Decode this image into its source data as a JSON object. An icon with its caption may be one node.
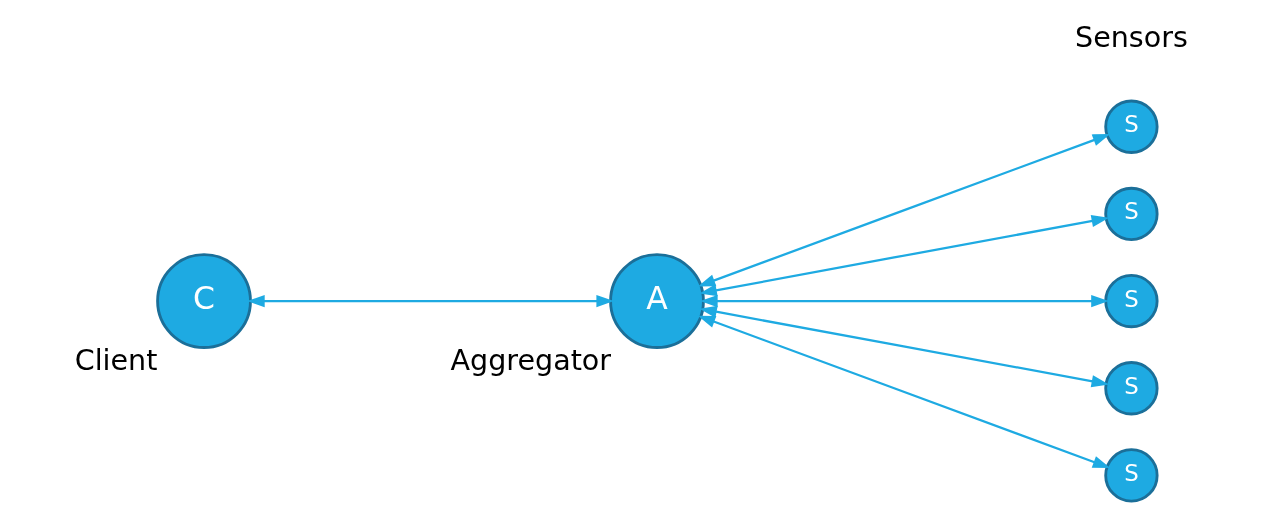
{
  "diagram": {
    "nodes": [
      {
        "text": [
          "C"
        ],
        "beside": [
          "Client"
        ]
      },
      {
        "text": [
          "A"
        ],
        "beside": [
          "Aggregator"
        ]
      },
      {
        "text": [
          "S"
        ]
      },
      {
        "text": [
          "S"
        ]
      },
      {
        "text": [
          "S"
        ]
      },
      {
        "text": [
          "S"
        ]
      },
      {
        "text": [
          "S"
        ]
      }
    ],
    "edges": [
      {
        "from": 0,
        "to": 1,
        "arrow": "both"
      },
      {
        "from": 1,
        "to": 2,
        "arrow": "both"
      },
      {
        "from": 1,
        "to": 3,
        "arrow": "both"
      },
      {
        "from": 1,
        "to": 4,
        "arrow": "both"
      },
      {
        "from": 1,
        "to": 5,
        "arrow": "both"
      },
      {
        "from": 1,
        "to": 6,
        "arrow": "both"
      }
    ],
    "labels": [
      "Sensors"
    ]
  }
}
